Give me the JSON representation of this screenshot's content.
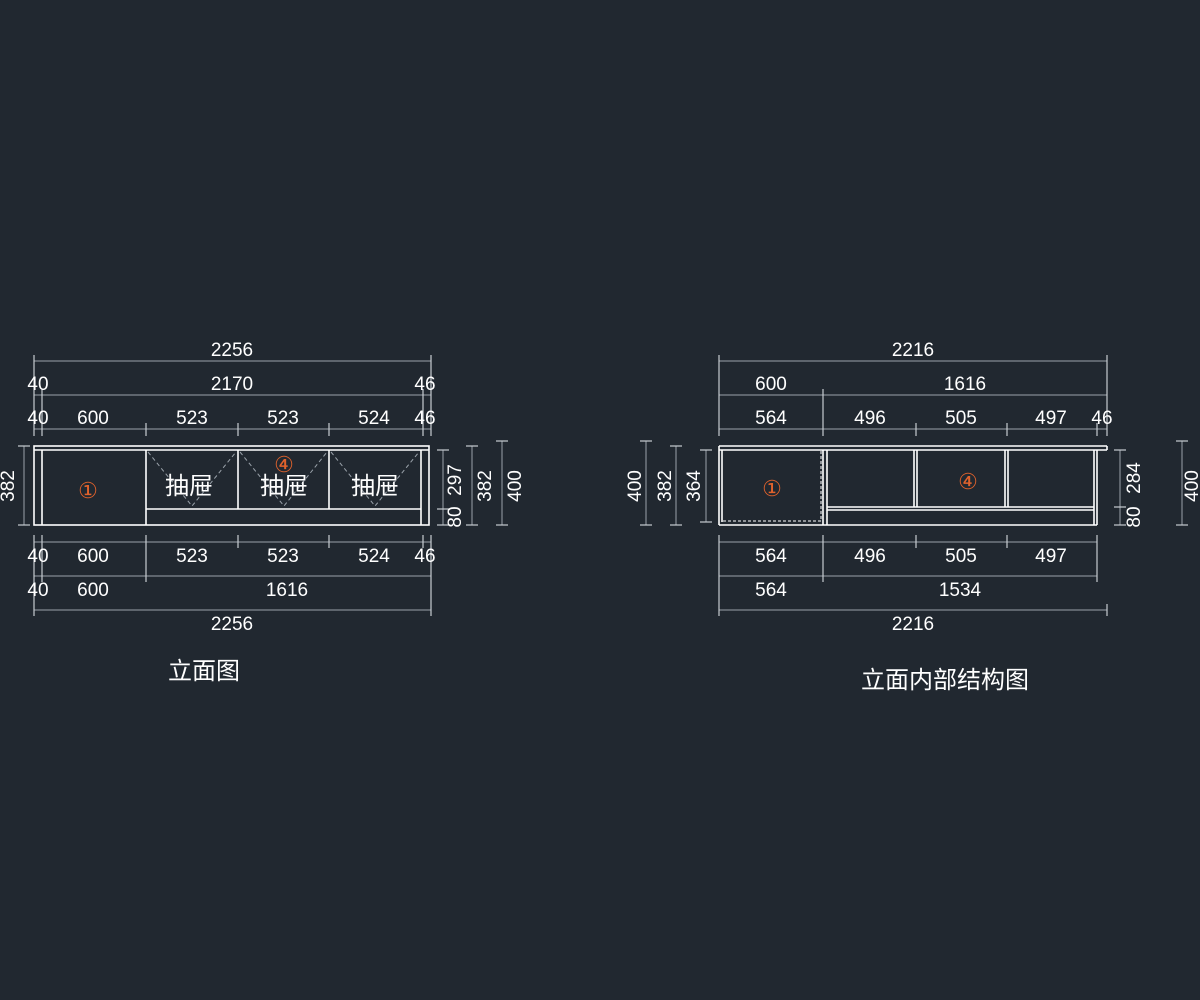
{
  "drawings": [
    {
      "title": "立面图",
      "dims_top": {
        "overall": "2256",
        "row2": [
          "40",
          "2170",
          "46"
        ],
        "row3": [
          "40",
          "600",
          "523",
          "523",
          "524",
          "46"
        ]
      },
      "dims_bottom": {
        "row1": [
          "40",
          "600",
          "523",
          "523",
          "524",
          "46"
        ],
        "row2": [
          "40",
          "600",
          "1616"
        ],
        "overall": "2256"
      },
      "dims_left": [
        "382"
      ],
      "dims_right": [
        "297",
        "80",
        "382",
        "400"
      ],
      "labels": [
        "抽屉",
        "抽屉",
        "抽屉"
      ],
      "markers": [
        "①",
        "④"
      ]
    },
    {
      "title": "立面内部结构图",
      "dims_top": {
        "overall": "2216",
        "row2": [
          "600",
          "1616"
        ],
        "row3": [
          "564",
          "496",
          "505",
          "497",
          "46"
        ]
      },
      "dims_bottom": {
        "row1": [
          "564",
          "496",
          "505",
          "497"
        ],
        "row2": [
          "564",
          "1534"
        ],
        "overall": "2216"
      },
      "dims_left": [
        "400",
        "382",
        "364"
      ],
      "dims_right": [
        "284",
        "80",
        "400"
      ],
      "markers": [
        "①",
        "④"
      ]
    }
  ],
  "colors": {
    "background": "#212830",
    "lines": "#ffffff",
    "dimension_lines": "#9aa2aa",
    "markers": "#e0622c"
  }
}
